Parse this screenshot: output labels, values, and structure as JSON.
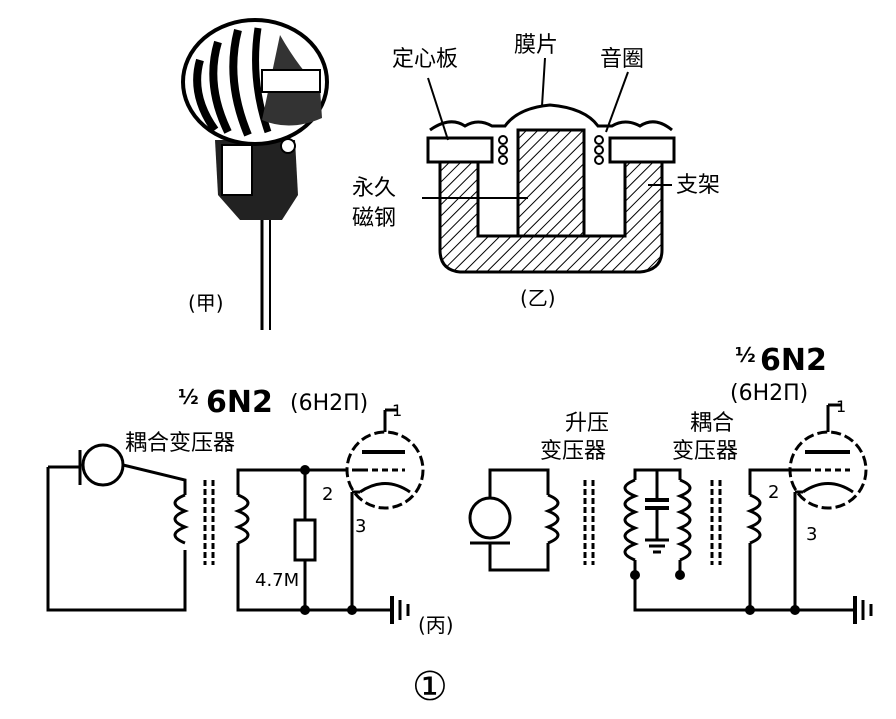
{
  "panel_a": {
    "caption": "(甲)"
  },
  "panel_b": {
    "caption": "(乙)",
    "label_plate": "定心板",
    "label_diaphragm": "膜片",
    "label_coil": "音圈",
    "label_magnet_line1": "永久",
    "label_magnet_line2": "磁钢",
    "label_bracket": "支架"
  },
  "panel_c": {
    "caption": "(丙)",
    "tube_fraction": "½",
    "tube_model": "6N2",
    "tube_alt": "(6H2П)",
    "transformer_label": "耦合变压器",
    "resistor_label": "4.7M",
    "pin_1": "1",
    "pin_2": "2",
    "pin_3": "3"
  },
  "panel_d": {
    "tube_fraction": "½",
    "tube_model": "6N2",
    "tube_alt": "(6H2П)",
    "stepup_line1": "升压",
    "stepup_line2": "变压器",
    "coupling_line1": "耦合",
    "coupling_line2": "变压器",
    "pin_1": "1",
    "pin_2": "2",
    "pin_3": "3"
  },
  "figure_number": "①"
}
